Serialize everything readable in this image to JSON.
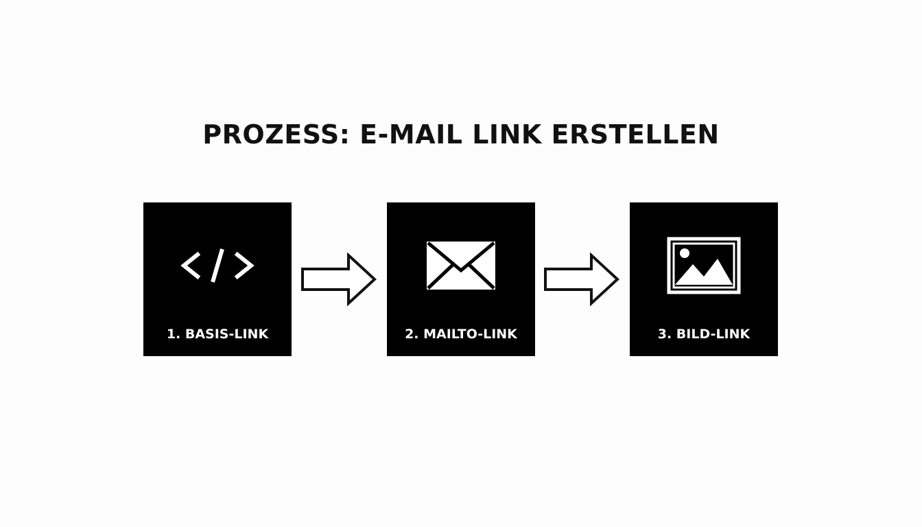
{
  "title": "PROZESS: E-MAIL LINK ERSTELLEN",
  "steps": [
    {
      "label": "1. BASIS-LINK",
      "icon": "code-icon"
    },
    {
      "label": "2. MAILTO-LINK",
      "icon": "envelope-icon"
    },
    {
      "label": "3. BILD-LINK",
      "icon": "image-icon"
    }
  ],
  "connectors": [
    "arrow-right-icon",
    "arrow-right-icon"
  ],
  "colors": {
    "background": "#fdfdfd",
    "box": "#000000",
    "box_text": "#ffffff",
    "title": "#111111"
  }
}
